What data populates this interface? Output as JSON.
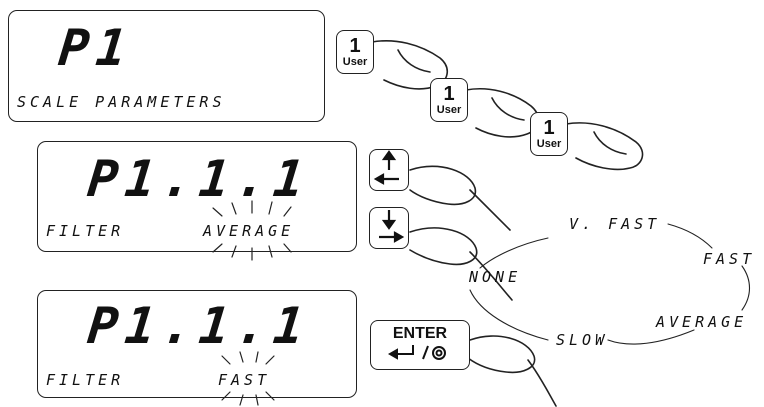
{
  "displays": {
    "d1": {
      "code": "P1",
      "label": "SCALE PARAMETERS"
    },
    "d2": {
      "code": "P1.1.1",
      "label": "FILTER",
      "value": "AVERAGE"
    },
    "d3": {
      "code": "P1.1.1",
      "label": "FILTER",
      "value": "FAST"
    }
  },
  "keys": {
    "user": {
      "number": "1",
      "label": "User"
    },
    "up_icon": "up-arrow-left-arrow-icon",
    "down_icon": "down-arrow-right-arrow-icon",
    "enter": {
      "label": "ENTER",
      "icon": "enter-return-target-icon"
    }
  },
  "filter_options": {
    "vfast": "V. FAST",
    "fast": "FAST",
    "average": "AVERAGE",
    "slow": "SLOW",
    "none": "NONE"
  }
}
